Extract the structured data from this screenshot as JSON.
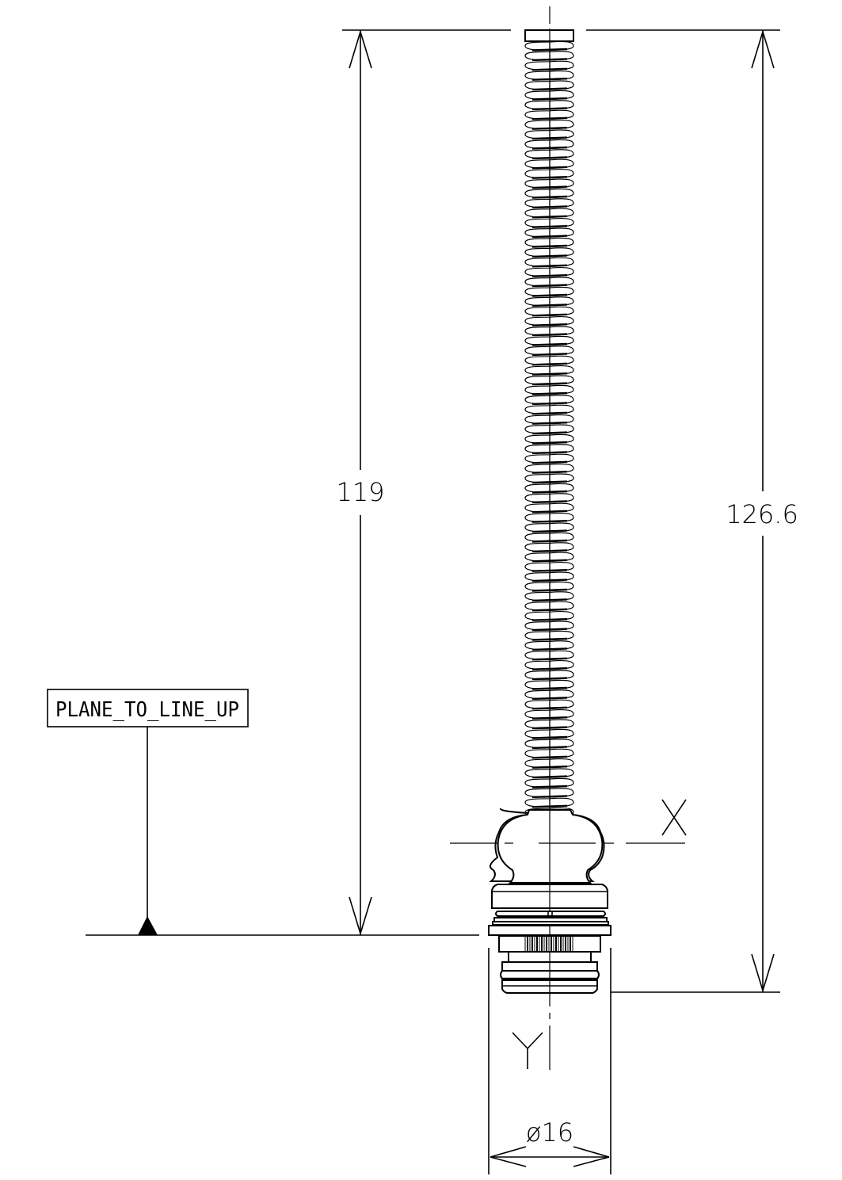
{
  "drawing": {
    "type": "technical-drawing",
    "subject": "spring-loaded cartridge / valve stem",
    "dimensions": {
      "inner_height": "119",
      "overall_height": "126.6",
      "diameter": "ø16"
    },
    "axis_labels": {
      "x_axis": "X",
      "y_axis": "Y"
    },
    "datum_label": "PLANE_TO_LINE_UP",
    "colors": {
      "line": "#000000",
      "background": "#ffffff"
    }
  }
}
